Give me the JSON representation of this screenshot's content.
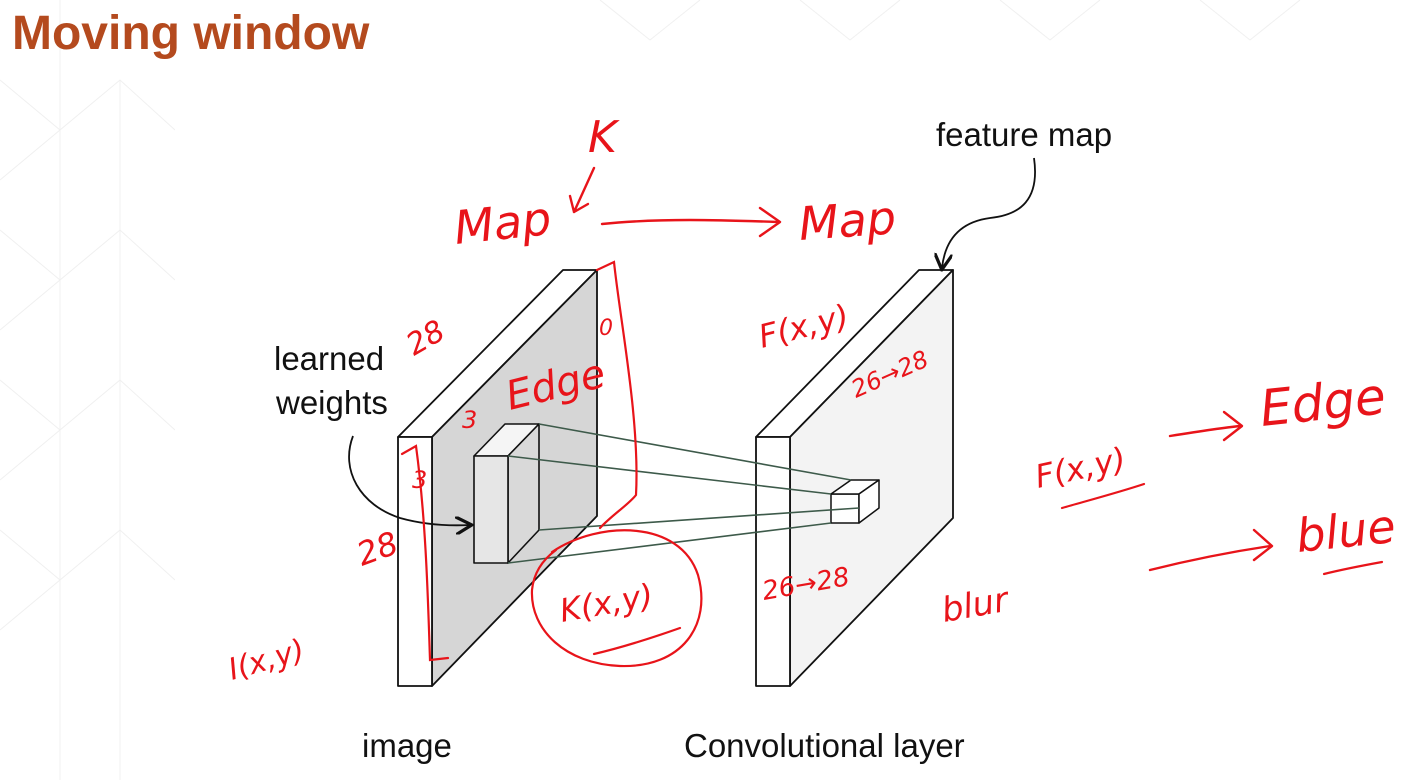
{
  "slide": {
    "title": "Moving window"
  },
  "diagram": {
    "labels": {
      "feature_map": "feature map",
      "learned_weights_line1": "learned",
      "learned_weights_line2": "weights",
      "image": "image",
      "conv_layer": "Convolutional layer"
    },
    "annotations": {
      "k_top": "K",
      "map_left": "Map",
      "map_right": "Map",
      "n28_top": "28",
      "edge_on_image": "Edge",
      "zero": "0",
      "three_top": "3",
      "three_side": "3",
      "n28_left": "28",
      "i_xy": "I(x,y)",
      "k_xy": "K(x,y)",
      "f_xy_top": "F(x,y)",
      "conv_26_28_top": "26→28",
      "conv_26_28_bottom": "26→28",
      "blur": "blur",
      "f_xy_right": "F(x,y)",
      "edge_right": "Edge",
      "blue": "blue"
    },
    "colors": {
      "title": "#b44a1e",
      "ink": "#e8141a",
      "image_face": "#d6d6d6",
      "conv_face": "#f3f3f3",
      "kernel_lines": "#3d5a4a"
    }
  }
}
